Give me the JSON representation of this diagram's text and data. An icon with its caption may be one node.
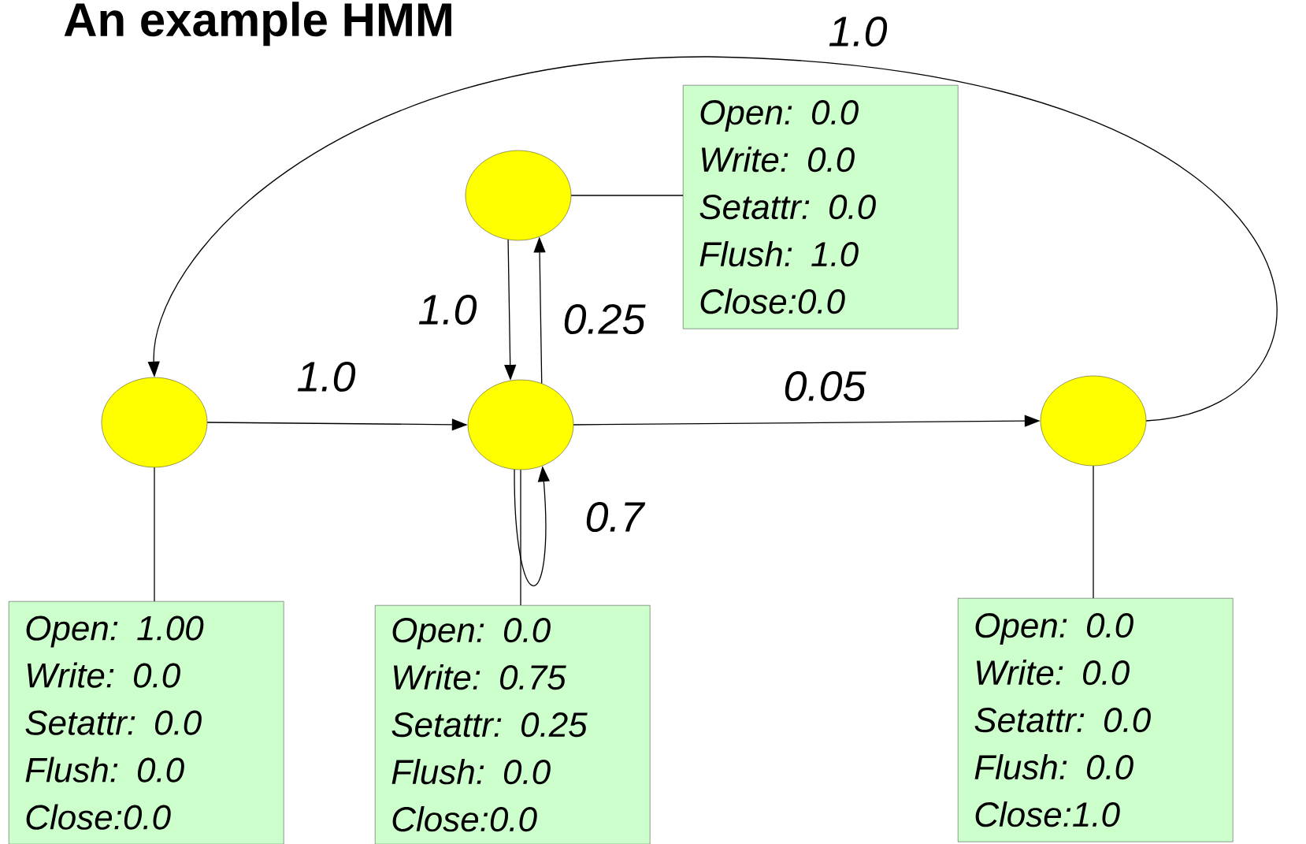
{
  "diagram": {
    "title": "An example HMM",
    "nodes": [
      {
        "text": [
          "Open: 0.0",
          "Write: 0.0",
          "Setattr: 0.0",
          "Flush: 1.0",
          "Close:0.0"
        ]
      },
      {
        "text": [],
        "shape": "circle"
      },
      {
        "text": [],
        "shape": "circle"
      },
      {
        "text": [],
        "shape": "circle"
      },
      {
        "text": [],
        "shape": "circle"
      },
      {
        "text": [
          "Open: 1.00",
          "Write: 0.0",
          "Setattr: 0.0",
          "Flush: 0.0",
          "Close:0.0"
        ]
      },
      {
        "text": [
          "Open: 0.0",
          "Write: 0.75",
          "Setattr: 0.25",
          "Flush: 0.0",
          "Close:0.0"
        ]
      },
      {
        "text": [
          "Open: 0.0",
          "Write: 0.0",
          "Setattr: 0.0",
          "Flush: 0.0",
          "Close:1.0"
        ]
      }
    ],
    "edges": [
      {
        "from": 2,
        "to": 3,
        "arrow": "to",
        "label": "1.0"
      },
      {
        "from": 1,
        "to": 3,
        "arrow": "to",
        "label": "1.0"
      },
      {
        "from": 3,
        "to": 1,
        "arrow": "to",
        "label": "0.25"
      },
      {
        "from": 3,
        "to": 3,
        "arrow": "to",
        "label": "0.7"
      },
      {
        "from": 3,
        "to": 4,
        "arrow": "to",
        "label": "0.05"
      },
      {
        "from": 4,
        "to": 2,
        "arrow": "to",
        "label": "1.0"
      },
      {
        "from": 2,
        "to": 5,
        "arrow": "none"
      },
      {
        "from": 3,
        "to": 6,
        "arrow": "none"
      },
      {
        "from": 1,
        "to": 0,
        "arrow": "none"
      },
      {
        "from": 4,
        "to": 7,
        "arrow": "none"
      }
    ]
  }
}
